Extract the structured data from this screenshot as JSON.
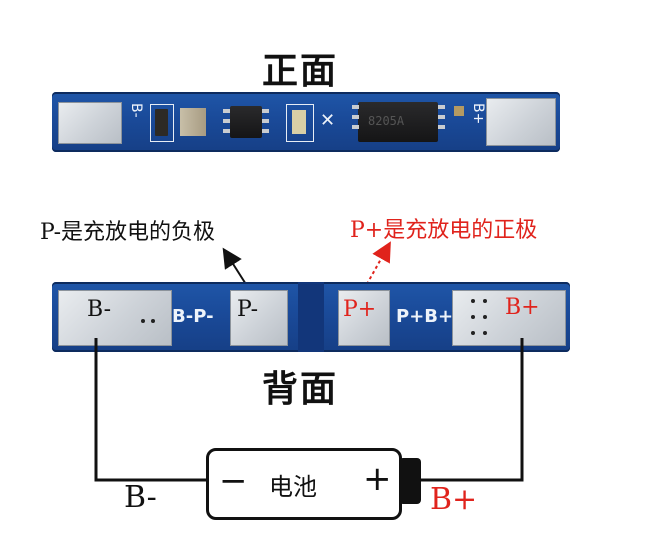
{
  "front": {
    "title": "正面",
    "silk_b_minus": "B-",
    "silk_b_plus": "B+",
    "chip_marking": "8205A"
  },
  "back": {
    "title": "背面",
    "pad_b_minus": "B-",
    "pad_p_minus": "P-",
    "pad_p_plus": "P+",
    "pad_b_plus": "B+",
    "silk_left": "B-P-",
    "silk_right": "P+B+"
  },
  "annotations": {
    "p_minus": "P-是充放电的负极",
    "p_plus": "P+是充放电的正极"
  },
  "circuit": {
    "battery_label": "电池",
    "battery_minus": "−",
    "battery_plus": "+",
    "wire_left_label": "B-",
    "wire_right_label": "B+"
  },
  "colors": {
    "pcb_blue": "#1a4a99",
    "red_label": "#e0231c",
    "arrow_red": "#e0231c",
    "arrow_black": "#111111"
  }
}
